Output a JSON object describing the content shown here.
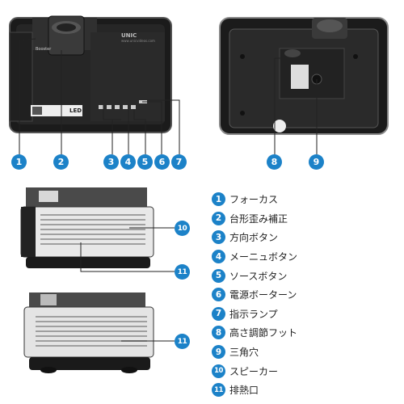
{
  "brand": {
    "label": "UNIC",
    "sub": "www.unicvideos.com"
  },
  "panel": {
    "led": "LED",
    "model": "Booster"
  },
  "callouts": [
    "1",
    "2",
    "3",
    "4",
    "5",
    "6",
    "7",
    "8",
    "9",
    "10",
    "11",
    "11"
  ],
  "legend": [
    {
      "num": "1",
      "label": "フォーカス"
    },
    {
      "num": "2",
      "label": "台形歪み補正"
    },
    {
      "num": "3",
      "label": "方向ボタン"
    },
    {
      "num": "4",
      "label": "メーニュボタン"
    },
    {
      "num": "5",
      "label": "ソースボタン"
    },
    {
      "num": "6",
      "label": "電源ボーターン"
    },
    {
      "num": "7",
      "label": "指示ランプ"
    },
    {
      "num": "8",
      "label": "高さ調節フット"
    },
    {
      "num": "9",
      "label": "三角穴"
    },
    {
      "num": "10",
      "label": "スピーカー"
    },
    {
      "num": "11",
      "label": "排熱口"
    }
  ]
}
